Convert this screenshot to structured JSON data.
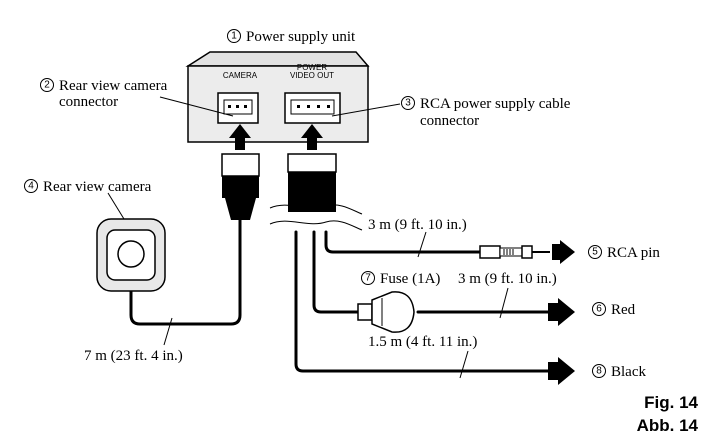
{
  "callouts": {
    "power_supply": {
      "num": "1",
      "text": "Power supply unit"
    },
    "camera_connector": {
      "num": "2",
      "line1": "Rear view camera",
      "line2": "connector"
    },
    "rca_connector": {
      "num": "3",
      "line1": "RCA power supply cable",
      "line2": "connector"
    },
    "rear_camera": {
      "num": "4",
      "text": "Rear view camera"
    },
    "rca_pin": {
      "num": "5",
      "text": "RCA pin"
    },
    "red": {
      "num": "6",
      "text": "Red"
    },
    "fuse": {
      "num": "7",
      "text": "Fuse (1A)"
    },
    "black": {
      "num": "8",
      "text": "Black"
    }
  },
  "unit_labels": {
    "camera": "CAMERA",
    "power_line1": "POWER",
    "power_line2": "VIDEO OUT"
  },
  "lengths": {
    "rca_cable": "3 m (9 ft. 10 in.)",
    "red_cable": "3 m (9 ft. 10 in.)",
    "camera_cable": "7 m (23 ft. 4 in.)",
    "black_cable": "1.5 m (4 ft. 11 in.)"
  },
  "figure": {
    "line1": "Fig. 14",
    "line2": "Abb. 14"
  }
}
